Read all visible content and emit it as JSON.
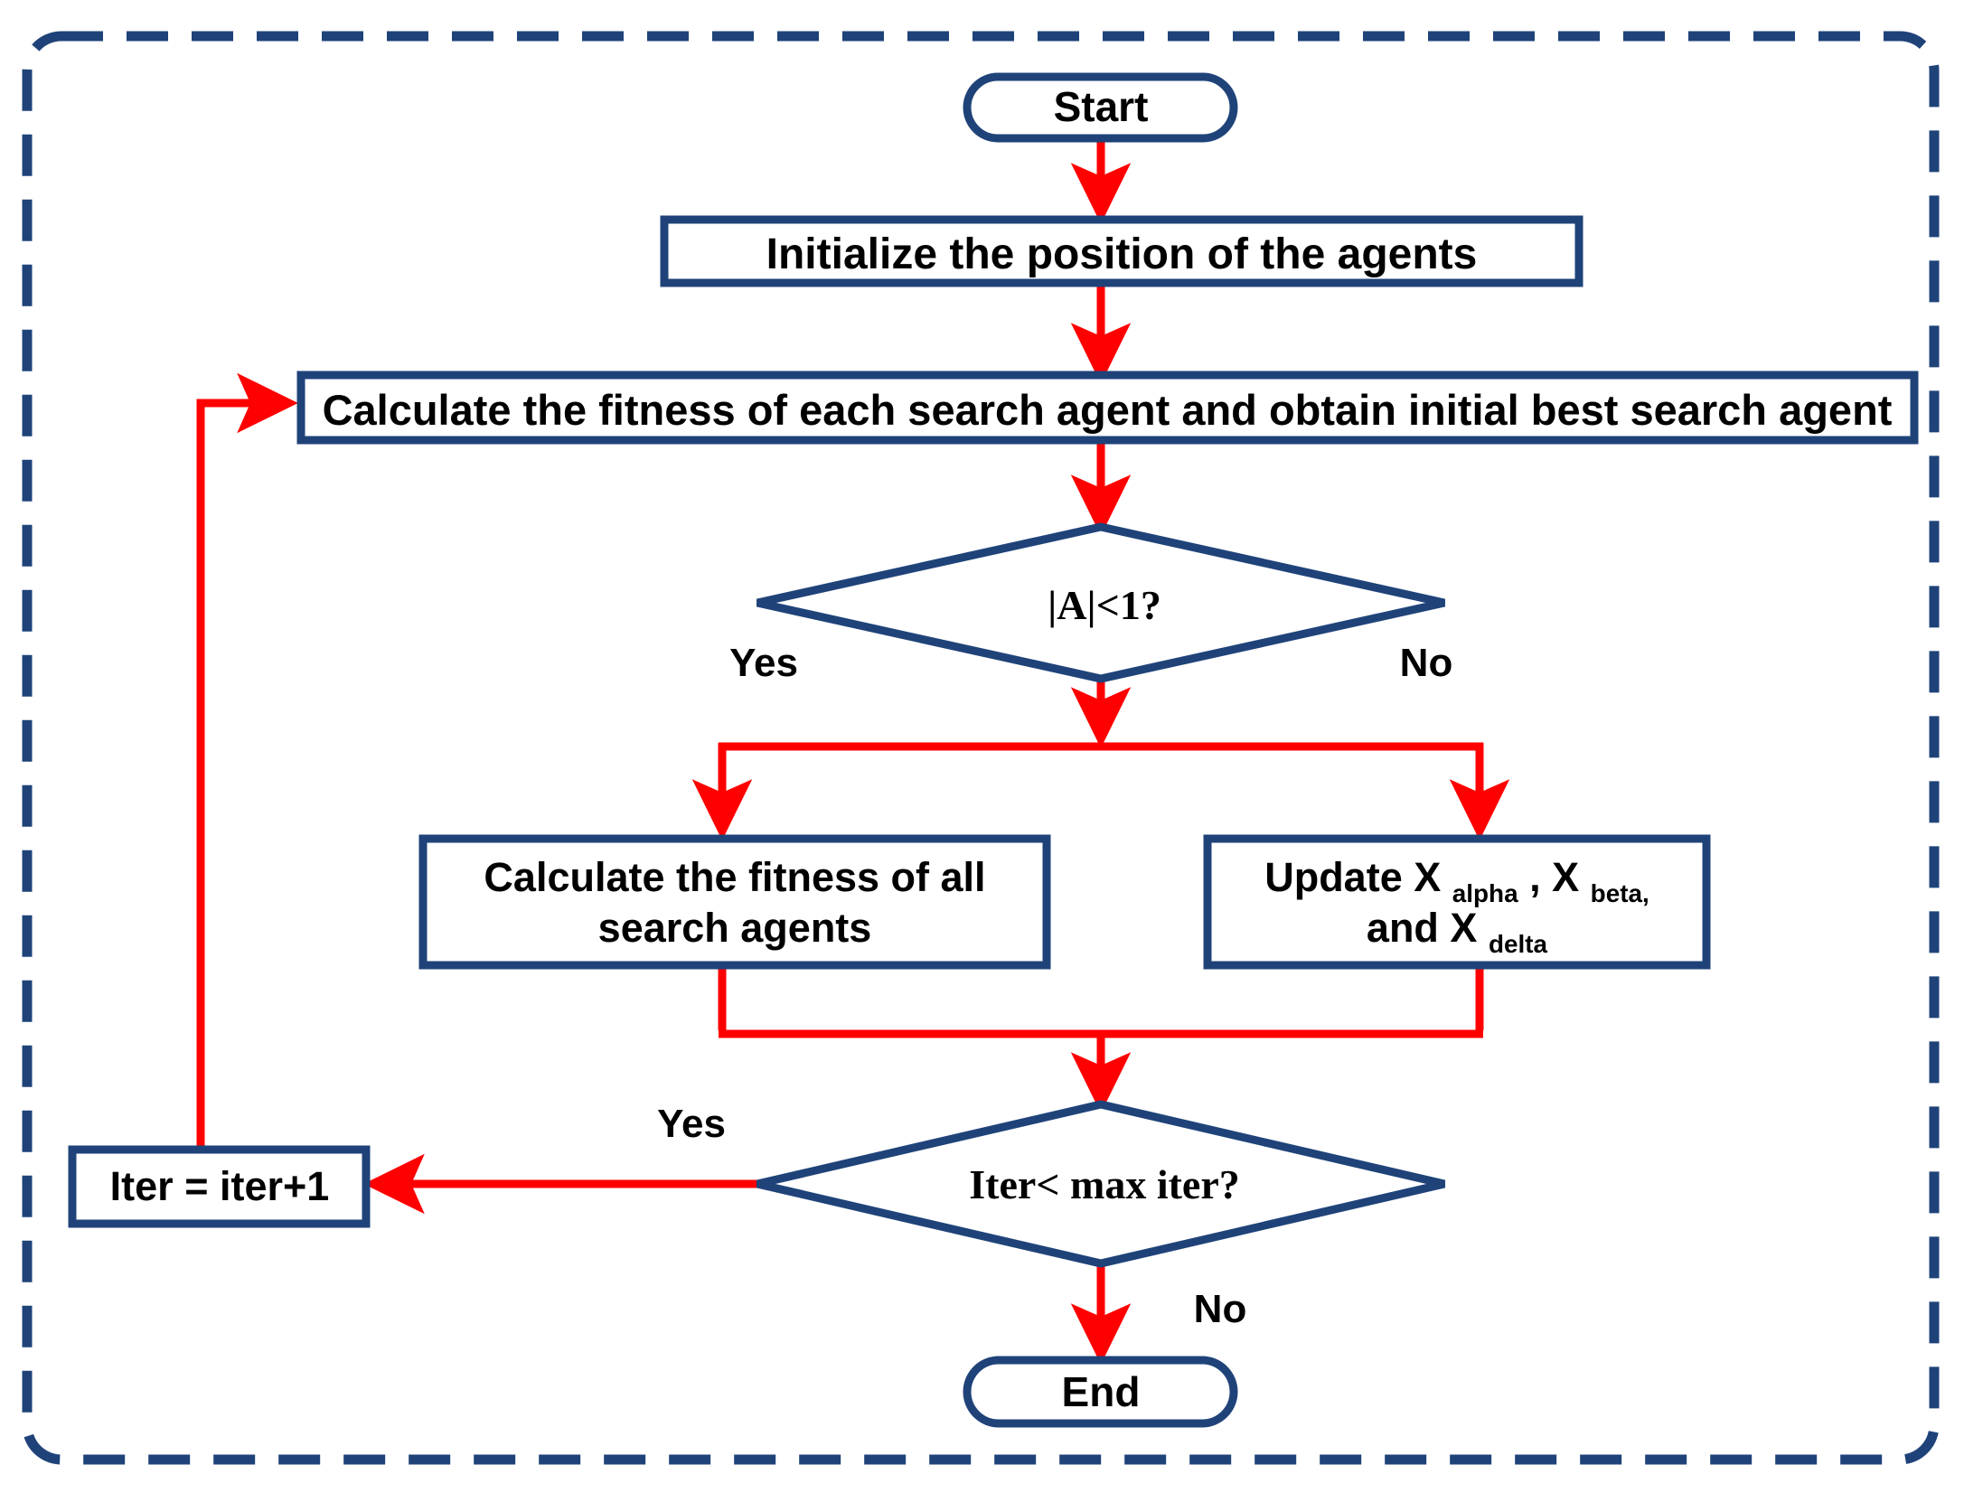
{
  "diagram": {
    "title_present": false,
    "type": "flowchart",
    "orientation": "top-to-bottom",
    "colors": {
      "node_border": "#1F4379",
      "node_fill": "#FFFFFF",
      "edge": "#FF0000",
      "text": "#000000",
      "frame_border": "#1F4379",
      "background": "#FFFFFF"
    },
    "frame": {
      "style": "dashed",
      "rounded": true
    },
    "nodes": [
      {
        "id": "start",
        "shape": "stadium",
        "label": "Start"
      },
      {
        "id": "init",
        "shape": "rect",
        "label": "Initialize the position of the agents"
      },
      {
        "id": "fitness",
        "shape": "rect",
        "label": "Calculate the fitness of each search agent and obtain initial best search agent"
      },
      {
        "id": "decisionA",
        "shape": "diamond",
        "label": "|A|<1?"
      },
      {
        "id": "calcAll",
        "shape": "rect",
        "label_line1": "Calculate the fitness of all",
        "label_line2": "search agents"
      },
      {
        "id": "updateX",
        "shape": "rect",
        "label_prefix": "Update X",
        "sub1": "alpha",
        "mid": ", X",
        "sub2": "beta,",
        "label_line2_prefix": "and X",
        "sub3": "delta"
      },
      {
        "id": "decisionIter",
        "shape": "diamond",
        "label": "Iter< max iter?"
      },
      {
        "id": "iterInc",
        "shape": "rect",
        "label": "Iter = iter+1"
      },
      {
        "id": "end",
        "shape": "stadium",
        "label": "End"
      }
    ],
    "edge_labels": {
      "a_yes": "Yes",
      "a_no": "No",
      "iter_yes": "Yes",
      "iter_no": "No"
    },
    "edges": [
      {
        "from": "start",
        "to": "init",
        "label": ""
      },
      {
        "from": "init",
        "to": "fitness",
        "label": ""
      },
      {
        "from": "fitness",
        "to": "decisionA",
        "label": ""
      },
      {
        "from": "decisionA",
        "to": "calcAll",
        "label": "Yes"
      },
      {
        "from": "decisionA",
        "to": "updateX",
        "label": "No"
      },
      {
        "from": "calcAll",
        "to": "decisionIter",
        "label": ""
      },
      {
        "from": "updateX",
        "to": "decisionIter",
        "label": ""
      },
      {
        "from": "decisionIter",
        "to": "iterInc",
        "label": "Yes"
      },
      {
        "from": "decisionIter",
        "to": "end",
        "label": "No"
      },
      {
        "from": "iterInc",
        "to": "fitness",
        "label": ""
      }
    ]
  }
}
